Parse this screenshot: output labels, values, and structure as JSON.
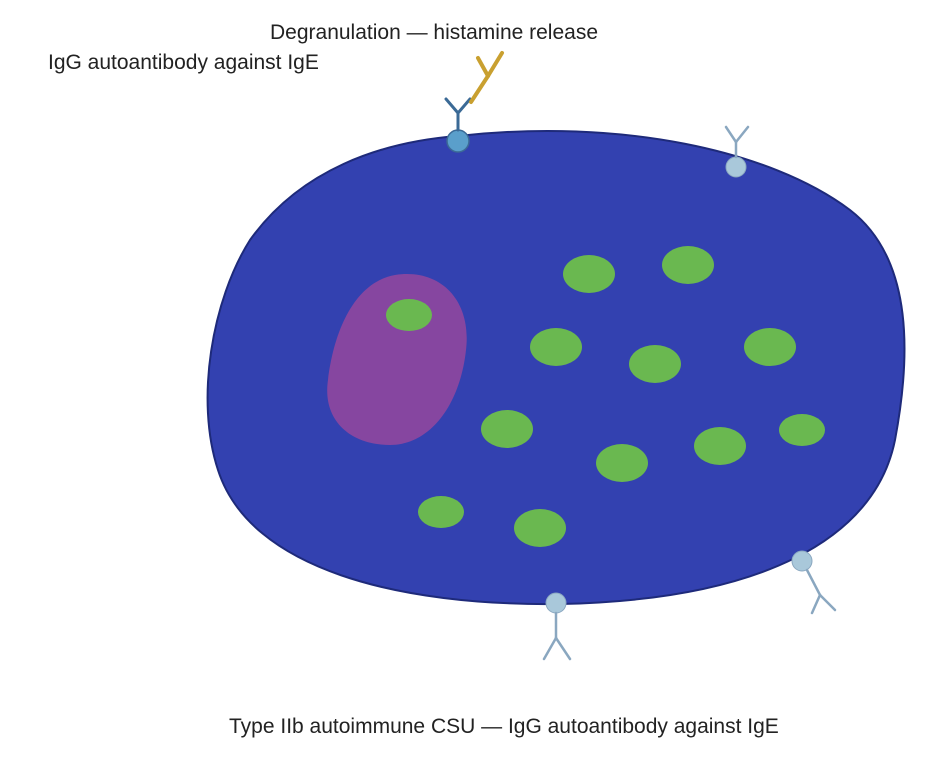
{
  "labels": {
    "top": "Degranulation — histamine release",
    "left": "IgG autoantibody against IgE",
    "caption": "Type IIb autoimmune CSU — IgG autoantibody against IgE"
  },
  "colors": {
    "cell": "#3341b0",
    "cell_outline": "#1e2a7a",
    "nucleus": "#8646a0",
    "granule": "#6ab850",
    "receptor_ige": "#a9c8da",
    "receptor_ige_active": "#5a9fcb",
    "ige_antibody": "#8aa7c0",
    "ige_antibody_active": "#3b6a96",
    "igg_autoantibody": "#c9a030"
  },
  "icons": {
    "igE_receptor": "antibody-y-icon",
    "igG_autoantibody": "autoantibody-y-icon",
    "granule": "granule-ellipse-icon"
  }
}
